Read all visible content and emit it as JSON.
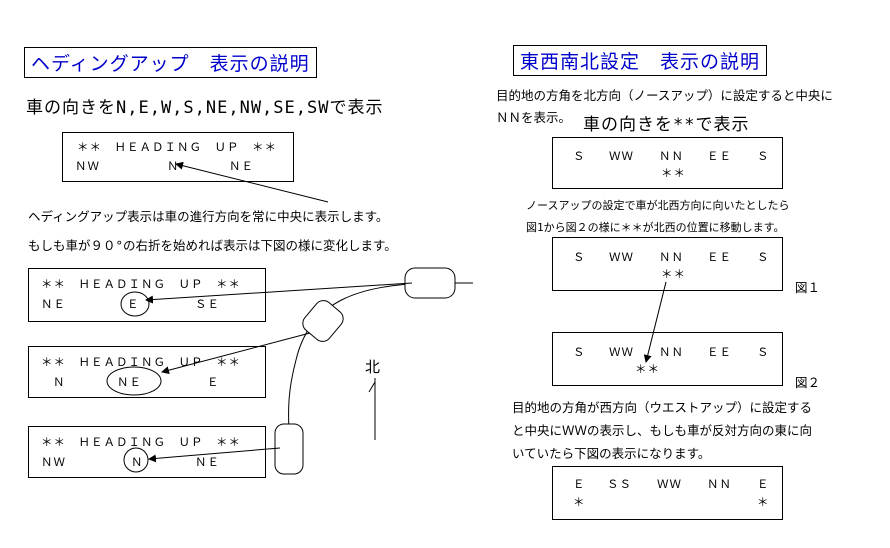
{
  "left": {
    "title": "ヘディングアップ　表示の説明",
    "subtitle": "車の向きをN,E,W,S,NE,NW,SE,SWで表示",
    "main_panel": {
      "line1": "＊＊　ＨＥＡＤＩＮＧ　ＵＰ　＊＊",
      "line2_items": [
        "ＮＷ",
        "Ｎ",
        "ＮＥ"
      ]
    },
    "desc1": "ヘディングアップ表示は車の進行方向を常に中央に表示します。",
    "desc2": "もしも車が９０°の右折を始めれば表示は下図の様に変化します。",
    "panels": [
      {
        "line1": "＊＊　ＨＥＡＤＩＮＧ　ＵＰ　＊＊",
        "items": [
          "ＮＥ",
          "Ｅ",
          "ＳＥ"
        ]
      },
      {
        "line1": "＊＊　ＨＥＡＤＩＮＧ　ＵＰ　＊＊",
        "items": [
          "Ｎ",
          "ＮＥ",
          "Ｅ"
        ]
      },
      {
        "line1": "＊＊　ＨＥＡＤＩＮＧ　ＵＰ　＊＊",
        "items": [
          "ＮＷ",
          "Ｎ",
          "ＮＥ"
        ]
      }
    ],
    "north_label": "北"
  },
  "right": {
    "title": "東西南北設定　表示の説明",
    "desc1a": "目的地の方角を北方向（ノースアップ）に設定すると中央に",
    "desc1b": "ＮＮを表示。",
    "car_dir": "車の向きを**で表示",
    "panel1": {
      "items": [
        "Ｓ",
        "ＷＷ",
        "ＮＮ",
        "ＥＥ",
        "Ｓ"
      ],
      "stars": "＊＊"
    },
    "desc2a": "ノースアップの設定で車が北西方向に向いたとしたら",
    "desc2b": "図1から図２の様に＊＊が北西の位置に移動します。",
    "fig1": {
      "items": [
        "Ｓ",
        "ＷＷ",
        "ＮＮ",
        "ＥＥ",
        "Ｓ"
      ],
      "stars": "＊＊",
      "label": "図１"
    },
    "fig2": {
      "items": [
        "Ｓ",
        "ＷＷ",
        "ＮＮ",
        "ＥＥ",
        "Ｓ"
      ],
      "stars": "＊＊",
      "label": "図２"
    },
    "desc3a": "目的地の方角が西方向（ウエストアップ）に設定する",
    "desc3b": "と中央にＷＷの表示し、もしも車が反対方向の東に向",
    "desc3c": "いていたら下図の表示になります。",
    "panel4": {
      "items": [
        "Ｅ",
        "ＳＳ",
        "ＷＷ",
        "ＮＮ",
        "Ｅ"
      ],
      "star_left": "＊",
      "star_right": "＊"
    }
  }
}
